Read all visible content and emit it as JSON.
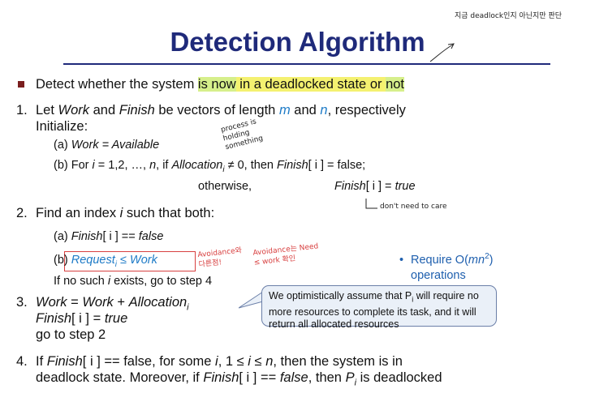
{
  "title": "Detection Algorithm",
  "bullet": {
    "pre": "Detect whether the system ",
    "hl1": "is now",
    "mid": " in a deadlocked state or ",
    "hl2": "not"
  },
  "step1": {
    "num": "1.",
    "a": "Let ",
    "work": "Work",
    "b": " and ",
    "finish": "Finish",
    "c": " be vectors of length ",
    "m": "m",
    "d": " and ",
    "n": "n",
    "e": ", respectively",
    "line2": "Initialize:",
    "sub_a_label": "(a) ",
    "sub_a_text": "Work = Available",
    "sub_b_label": "(b)  For ",
    "sub_b_i": "i",
    "sub_b_mid": " = 1,2, …, ",
    "sub_b_n": "n",
    "sub_b_if": ", if ",
    "sub_b_alloc": "Allocation",
    "sub_b_sub": "i",
    "sub_b_ne": " ≠ 0, then ",
    "sub_b_fin": "Finish",
    "sub_b_end": "[ i ] = false;",
    "otherwise": "otherwise,",
    "ow_fin": "Finish",
    "ow_idx": "[ i ] = ",
    "ow_true": "true"
  },
  "step2": {
    "num": "2.",
    "a": "Find an index ",
    "i": "i",
    "b": " such that both:",
    "sa_label": "(a)  ",
    "sa_fin": "Finish",
    "sa_idx": "[ i ] == ",
    "sa_false": "false",
    "sb_label": "(b)  ",
    "sb_req": "Request",
    "sb_sub": "i",
    "sb_le": " ≤ ",
    "sb_work": "Work",
    "nosuch_a": "If no such ",
    "nosuch_i": "i",
    "nosuch_b": " exists, go to step 4"
  },
  "side_note": {
    "bullet": "•",
    "line1a": "Require O(",
    "line1b": "mn",
    "line1c": "2",
    "line1d": ")",
    "line2": "operations"
  },
  "step3": {
    "num": "3.",
    "l1a": "Work",
    "l1b": " = ",
    "l1c": "Work",
    "l1d": " + ",
    "l1e": "Allocation",
    "l1f": "i",
    "l2a": "Finish",
    "l2b": "[ i ] = ",
    "l2c": "true",
    "l3": "go to step 2"
  },
  "callout": {
    "a": "We optimistically assume that P",
    "sub": "i",
    "b": " will require no more resources to complete its task, and it will return all allocated resources"
  },
  "step4": {
    "num": "4.",
    "l1a": "If ",
    "l1b": "Finish",
    "l1c": "[ i ] == false, for some ",
    "l1d": "i",
    "l1e": ", 1 ≤ ",
    "l1f": "i",
    "l1g": " ≤  ",
    "l1h": "n",
    "l1i": ", then the system is in",
    "l2a": "deadlock state. Moreover, if ",
    "l2b": "Finish",
    "l2c": "[ i ] == ",
    "l2d": "false",
    "l2e": ", then ",
    "l2f": "P",
    "l2g": "i",
    "l2h": " is deadlocked"
  },
  "annotations": {
    "top_right": "지금 deadlock인지 아닌지만 판단",
    "process_holding": "process is holding something",
    "dont_care": "don't need to care",
    "avoidance1": "Avoidance와 다른점!",
    "avoidance2": "Avoidance는 Need ≤ work 확인"
  },
  "colors": {
    "title": "#1f2a7a",
    "highlight_yellow": "#f4f170",
    "highlight_green": "#d6ef8b",
    "var_blue": "#1e7bc7",
    "ink_red": "#d84040",
    "callout_fill": "#eaf0f8"
  }
}
